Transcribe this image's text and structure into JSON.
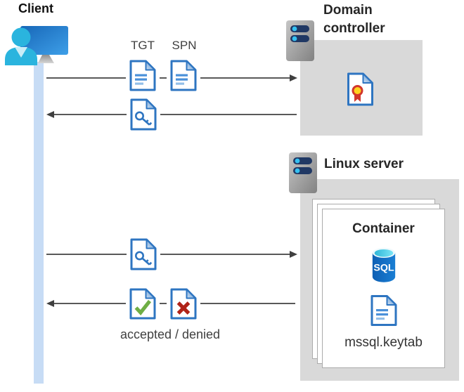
{
  "client": {
    "label": "Client"
  },
  "flows": {
    "tgt_label": "TGT",
    "spn_label": "SPN",
    "result_label": "accepted / denied"
  },
  "domain_controller": {
    "label": "Domain controller"
  },
  "linux_server": {
    "label": "Linux server",
    "container": {
      "label": "Container",
      "sql_badge": "SQL",
      "keytab_label": "mssql.keytab"
    }
  },
  "colors": {
    "doc_border_blue": "#2e75c1",
    "doc_line_blue": "#4a90d9",
    "check_green": "#6fae44",
    "cross_red": "#b02318",
    "arrow_gray": "#595959",
    "box_gray": "#d9d9d9",
    "lifeline_blue": "#c7dcf5",
    "server_bar_navy": "#203864",
    "server_dot_cyan": "#35c1f1",
    "sql_blue": "#0f66c0",
    "cert_gold": "#ffd21e",
    "cert_red": "#d2362c",
    "user_cyan": "#2ab4de"
  }
}
